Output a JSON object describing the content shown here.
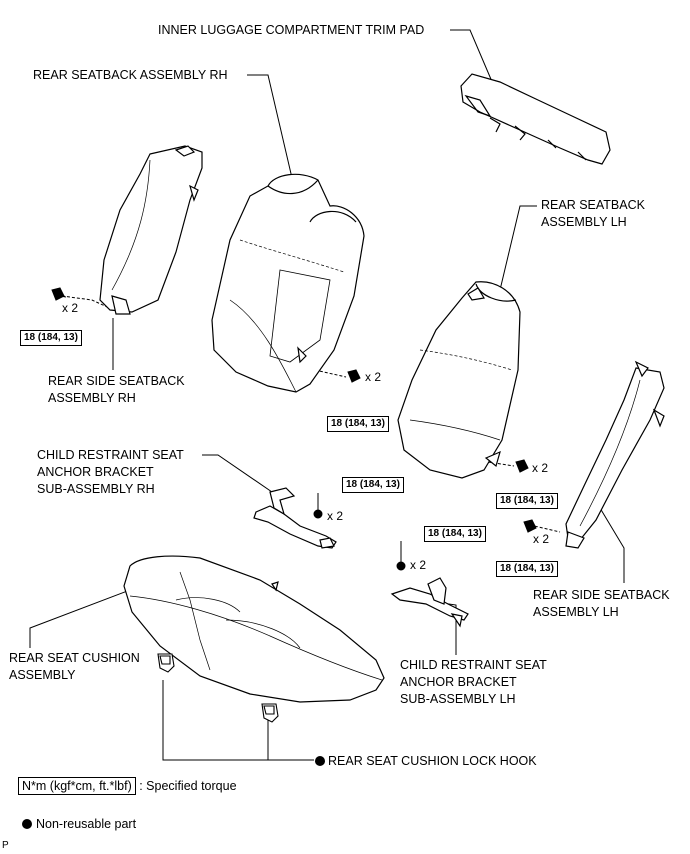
{
  "labels": {
    "inner_trim_pad": "INNER LUGGAGE COMPARTMENT TRIM PAD",
    "seatback_rh": "REAR SEATBACK ASSEMBLY RH",
    "seatback_lh_1": "REAR SEATBACK",
    "seatback_lh_2": "ASSEMBLY LH",
    "side_seatback_rh_1": "REAR SIDE SEATBACK",
    "side_seatback_rh_2": "ASSEMBLY RH",
    "side_seatback_lh_1": "REAR SIDE SEATBACK",
    "side_seatback_lh_2": "ASSEMBLY LH",
    "child_bracket_rh_1": "CHILD RESTRAINT SEAT",
    "child_bracket_rh_2": "ANCHOR BRACKET",
    "child_bracket_rh_3": "SUB-ASSEMBLY RH",
    "child_bracket_lh_1": "CHILD RESTRAINT SEAT",
    "child_bracket_lh_2": "ANCHOR BRACKET",
    "child_bracket_lh_3": "SUB-ASSEMBLY LH",
    "cushion_1": "REAR SEAT CUSHION",
    "cushion_2": "ASSEMBLY",
    "lock_hook": "REAR SEAT CUSHION LOCK HOOK"
  },
  "torque": "18 (184, 13)",
  "quantity": "x 2",
  "legend": {
    "torque_key": "N*m (kgf*cm, ft.*lbf)",
    "torque_desc": ": Specified torque",
    "nonreusable": "Non-reusable part"
  },
  "corner_mark": "P"
}
